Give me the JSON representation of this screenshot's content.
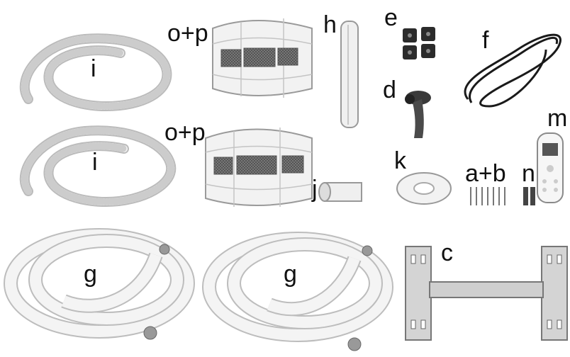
{
  "labels": {
    "i_top": "i",
    "op_top": "o+p",
    "h": "h",
    "e": "e",
    "f": "f",
    "d": "d",
    "m": "m",
    "i_mid": "i",
    "op_mid": "o+p",
    "j": "j",
    "k": "k",
    "ab": "a+b",
    "n": "n",
    "g_left": "g",
    "g_right": "g",
    "c": "c"
  },
  "parts": [
    {
      "id": "i",
      "name": "drain-hose-coil"
    },
    {
      "id": "o+p",
      "name": "air-filter"
    },
    {
      "id": "h",
      "name": "insulation-tube"
    },
    {
      "id": "e",
      "name": "rubber-feet"
    },
    {
      "id": "f",
      "name": "power-cable"
    },
    {
      "id": "d",
      "name": "drain-elbow"
    },
    {
      "id": "m",
      "name": "remote-control"
    },
    {
      "id": "j",
      "name": "tape-roll"
    },
    {
      "id": "k",
      "name": "wall-ring"
    },
    {
      "id": "a+b",
      "name": "screws-and-anchors"
    },
    {
      "id": "n",
      "name": "batteries"
    },
    {
      "id": "g",
      "name": "insulated-pipe-coil"
    },
    {
      "id": "c",
      "name": "mounting-bracket"
    }
  ]
}
